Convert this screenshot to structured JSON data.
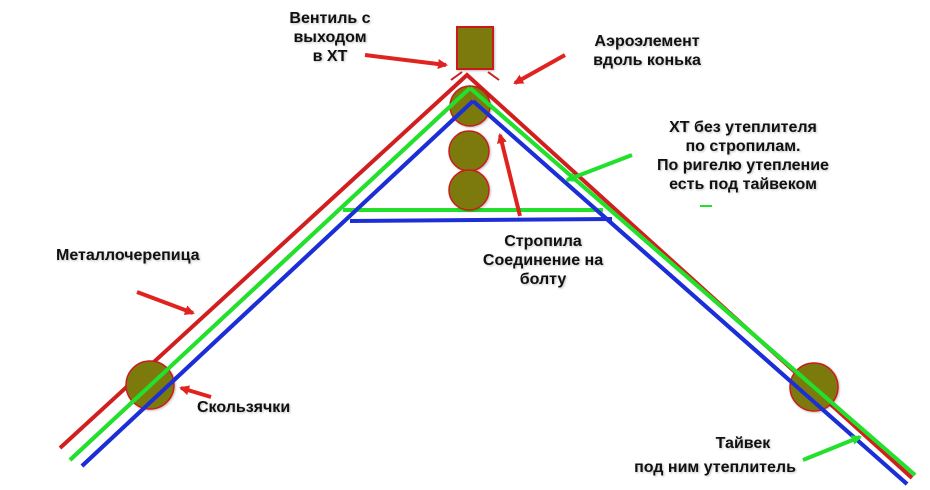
{
  "colors": {
    "metal": "#d11f1f",
    "insulation": "#22e02b",
    "membrane": "#1c2fd6",
    "wood_fill": "#7d7a10",
    "wood_stroke": "#c81e1e",
    "arrow_red": "#e0231f",
    "arrow_green": "#22e02b",
    "text": "#111111"
  },
  "labels": {
    "valve": [
      "Вентиль с",
      "выходом",
      "в ХТ"
    ],
    "aero": [
      "Аэроэлемент",
      "вдоль конька"
    ],
    "ht": [
      "ХТ без утеплителя",
      "по стропилам.",
      "По ригелю утепление",
      "есть под тайвеком"
    ],
    "rafter": [
      "Стропила",
      "Соединение на",
      "болту"
    ],
    "metal_tile": "Металлочерепица",
    "sliders": "Скользячки",
    "tyvek": [
      "Тайвек",
      "под ним утеплитель"
    ]
  },
  "icons": {
    "arrow": "arrow-icon",
    "wood_section": "log-section-icon",
    "valve_box": "ridge-valve-icon"
  }
}
